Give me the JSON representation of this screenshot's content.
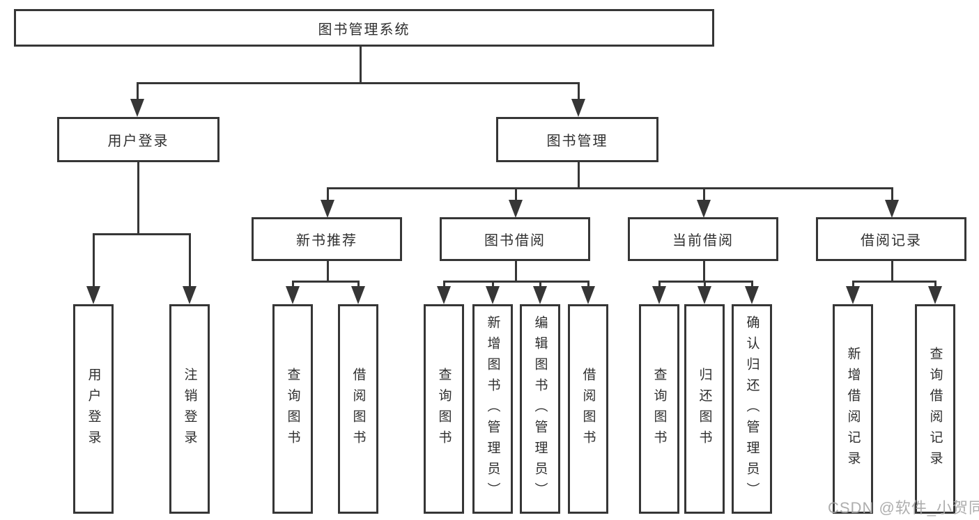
{
  "diagram": {
    "root": {
      "label": "图书管理系统"
    },
    "branches": [
      {
        "label": "用户登录",
        "children": [
          {
            "label": "用户登录"
          },
          {
            "label": "注销登录"
          }
        ]
      },
      {
        "label": "图书管理",
        "children": [
          {
            "label": "新书推荐",
            "children": [
              {
                "label": "查询图书"
              },
              {
                "label": "借阅图书"
              }
            ]
          },
          {
            "label": "图书借阅",
            "children": [
              {
                "label": "查询图书"
              },
              {
                "label": "新增图书（管理员）"
              },
              {
                "label": "编辑图书（管理员）"
              },
              {
                "label": "借阅图书"
              }
            ]
          },
          {
            "label": "当前借阅",
            "children": [
              {
                "label": "查询图书"
              },
              {
                "label": "归还图书"
              },
              {
                "label": "确认归还（管理员）"
              }
            ]
          },
          {
            "label": "借阅记录",
            "children": [
              {
                "label": "新增借阅记录"
              },
              {
                "label": "查询借阅记录"
              }
            ]
          }
        ]
      }
    ]
  },
  "watermark": {
    "text": "CSDN @软件_小贺同学"
  },
  "colors": {
    "line": "#363636",
    "text": "#2f2f2f",
    "watermark": "#a6a6a6",
    "bg": "#ffffff"
  }
}
